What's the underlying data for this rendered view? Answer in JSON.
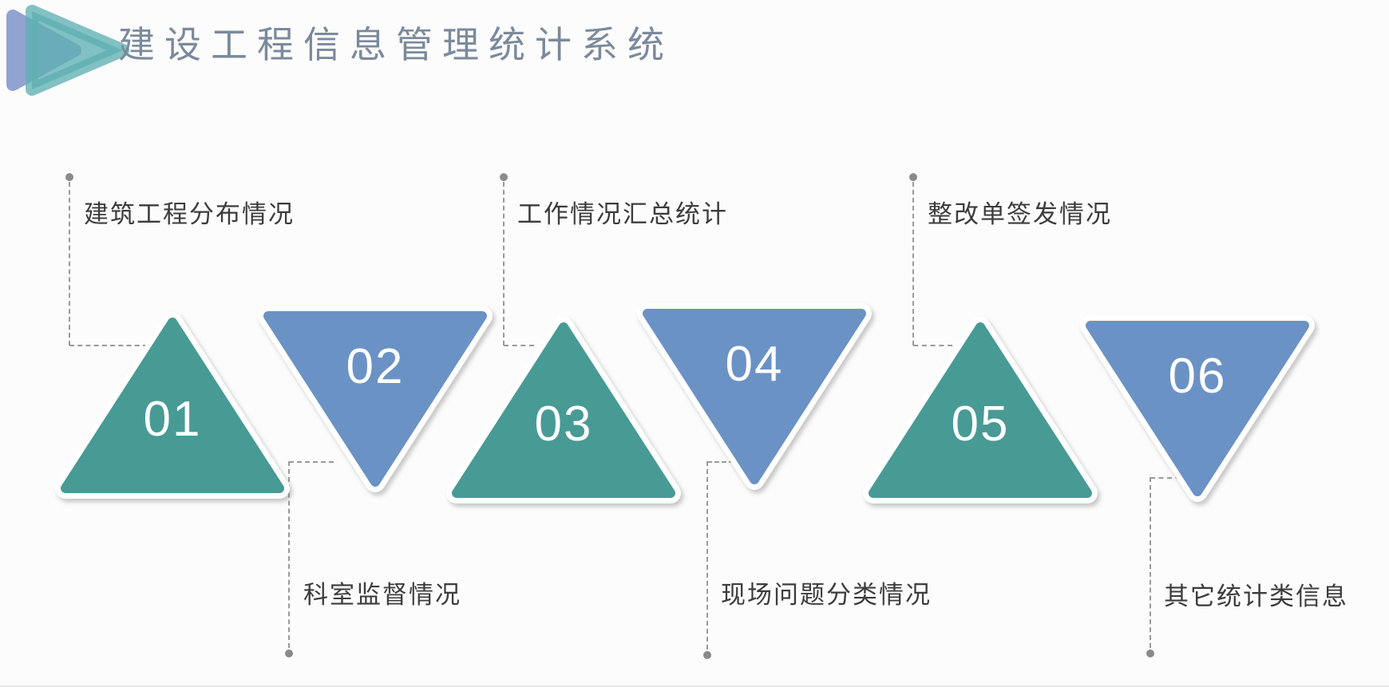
{
  "slide": {
    "title": "建设工程信息管理统计系统",
    "background": "#fcfcfc"
  },
  "logo": {
    "back_triangle_color": "#92a3d1",
    "front_triangle_color": "#5fb0b2"
  },
  "colors": {
    "teal_triangle": "#489a95",
    "blue_triangle": "#6b92c4",
    "number_text": "#ffffff",
    "title_text": "#7b8a9c",
    "label_text": "#3c3c3c",
    "connector": "#9a9a9a"
  },
  "items": [
    {
      "number": "01",
      "label": "建筑工程分布情况",
      "shape": "triangle-up",
      "color": "#489a95",
      "label_position": "top"
    },
    {
      "number": "02",
      "label": "科室监督情况",
      "shape": "triangle-down",
      "color": "#6b92c4",
      "label_position": "bottom"
    },
    {
      "number": "03",
      "label": "工作情况汇总统计",
      "shape": "triangle-up",
      "color": "#489a95",
      "label_position": "top"
    },
    {
      "number": "04",
      "label": "现场问题分类情况",
      "shape": "triangle-down",
      "color": "#6b92c4",
      "label_position": "bottom"
    },
    {
      "number": "05",
      "label": "整改单签发情况",
      "shape": "triangle-up",
      "color": "#489a95",
      "label_position": "top"
    },
    {
      "number": "06",
      "label": "其它统计类信息",
      "shape": "triangle-down",
      "color": "#6b92c4",
      "label_position": "bottom"
    }
  ]
}
